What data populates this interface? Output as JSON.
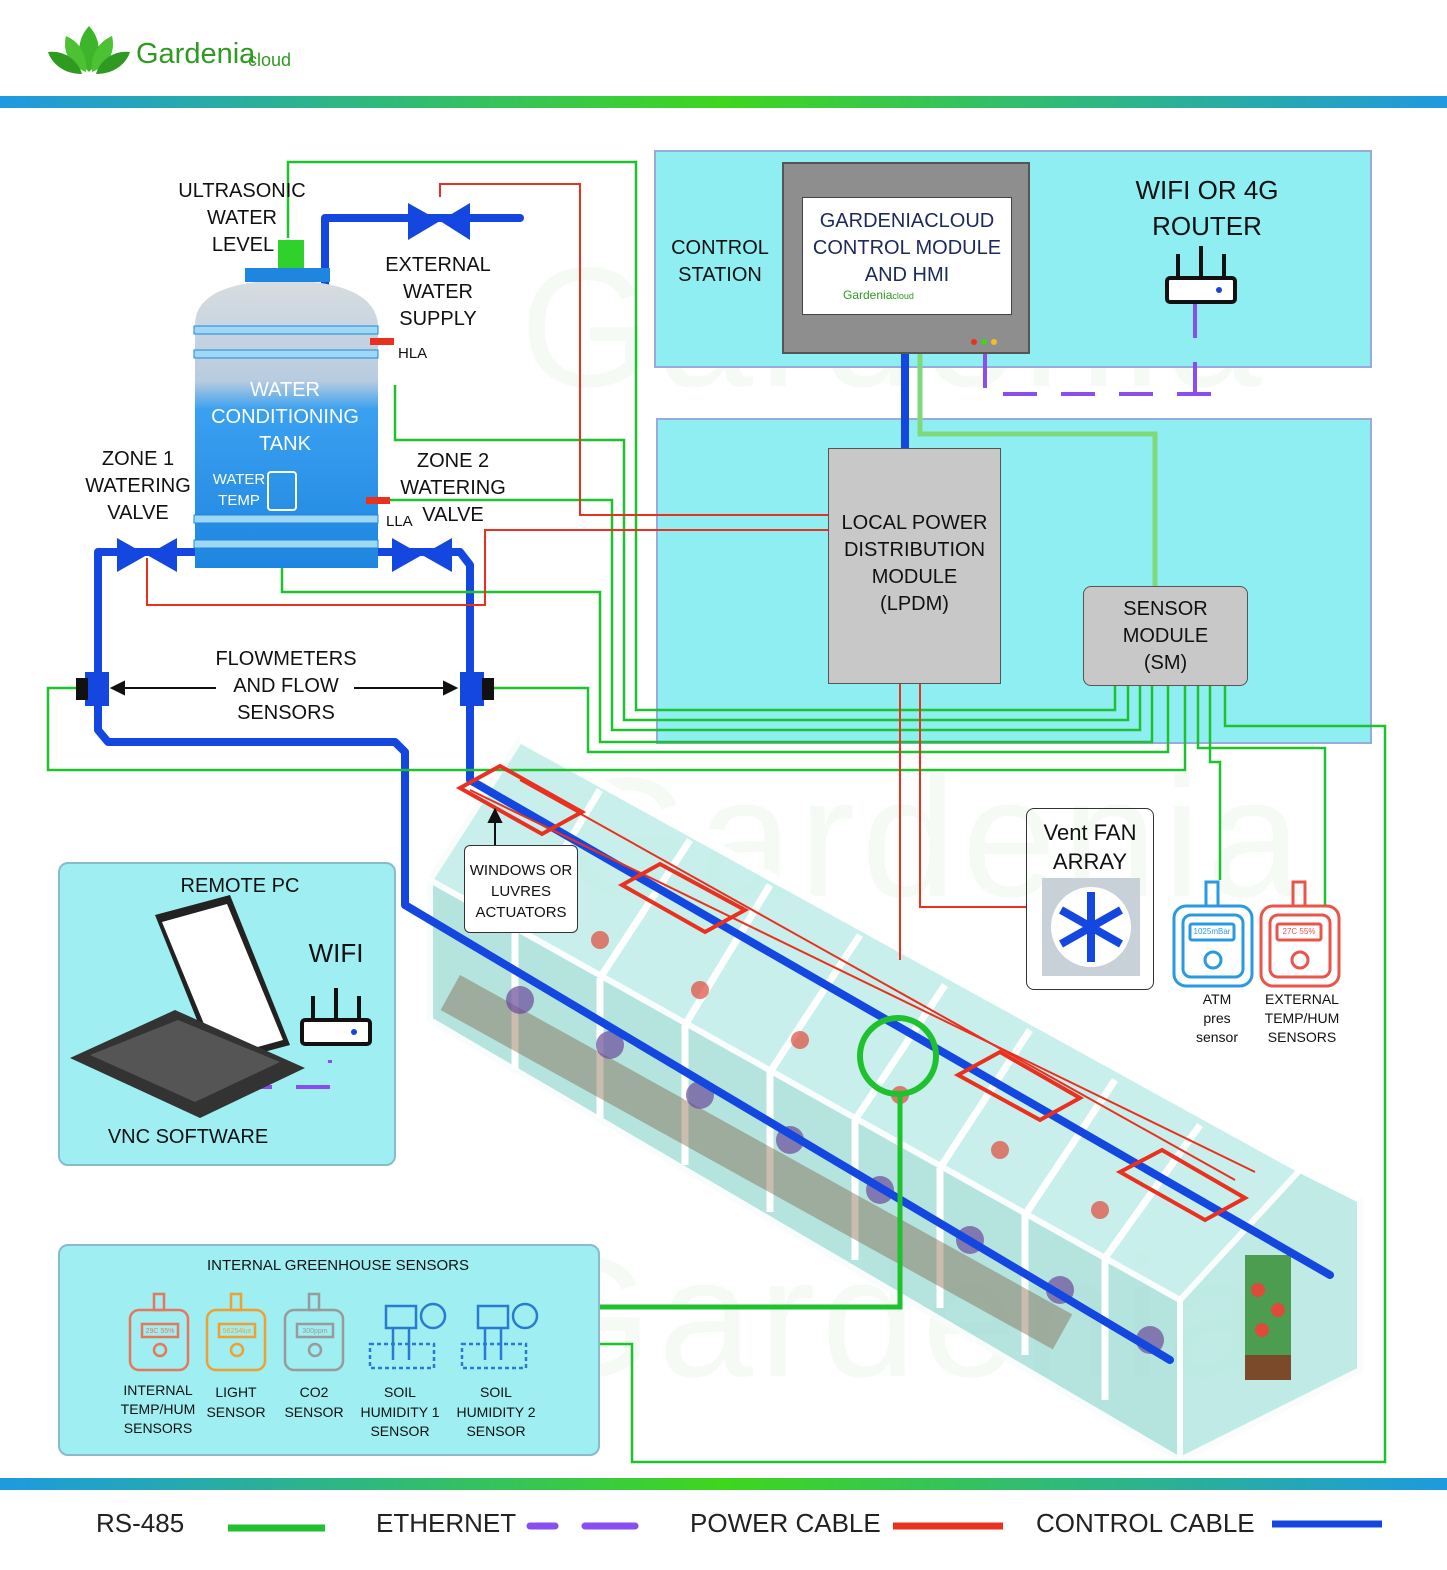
{
  "brand": {
    "name": "Gardenia",
    "suffix": "cloud"
  },
  "colors": {
    "rs485": "#1fc12e",
    "ethernet": "#8a4df0",
    "power": "#e8311f",
    "control": "#1446e0",
    "panel": "#8eeef2",
    "accent_blue": "#1e9ae0",
    "accent_green": "#3fd61e"
  },
  "tank": {
    "sensor_label": [
      "ULTRASONIC",
      "WATER",
      "LEVEL"
    ],
    "title": [
      "WATER",
      "CONDITIONING",
      "TANK"
    ],
    "temp_label": [
      "WATER",
      "TEMP"
    ],
    "hla": "HLA",
    "lla": "LLA",
    "supply": [
      "EXTERNAL",
      "WATER",
      "SUPPLY"
    ]
  },
  "valves": {
    "zone1": [
      "ZONE 1",
      "WATERING",
      "VALVE"
    ],
    "zone2": [
      "ZONE 2",
      "WATERING",
      "VALVE"
    ]
  },
  "flow": [
    "FLOWMETERS",
    "AND FLOW",
    "SENSORS"
  ],
  "control_station": {
    "label": [
      "CONTROL",
      "STATION"
    ],
    "module": [
      "GARDENIACLOUD",
      "CONTROL MODULE",
      "AND HMI"
    ],
    "router": [
      "WIFI OR 4G",
      "ROUTER"
    ]
  },
  "lpdm": [
    "LOCAL POWER",
    "DISTRIBUTION",
    "MODULE",
    "(LPDM)"
  ],
  "sensor_module": [
    "SENSOR",
    "MODULE",
    "(SM)"
  ],
  "actuators": [
    "WINDOWS OR",
    "LUVRES",
    "ACTUATORS"
  ],
  "fan": [
    "Vent FAN",
    "ARRAY"
  ],
  "ext_sensors": {
    "atm": {
      "reading": "1025mBar",
      "label": [
        "ATM",
        "pres",
        "sensor"
      ]
    },
    "temp": {
      "reading": "27C 55%",
      "label": [
        "EXTERNAL",
        "TEMP/HUM",
        "SENSORS"
      ]
    }
  },
  "remote_pc": {
    "title": "REMOTE PC",
    "wifi": "WIFI",
    "software": "VNC SOFTWARE"
  },
  "internal_sensors": {
    "title": "INTERNAL GREENHOUSE SENSORS",
    "items": [
      {
        "reading": "29C 55%",
        "label": [
          "INTERNAL",
          "TEMP/HUM",
          "SENSORS"
        ],
        "color": "#e8765a"
      },
      {
        "reading": "56254lux",
        "label": [
          "LIGHT",
          "SENSOR"
        ],
        "color": "#f0a030"
      },
      {
        "reading": "300ppm",
        "label": [
          "CO2",
          "SENSOR"
        ],
        "color": "#9a9a9a"
      },
      {
        "reading": "",
        "label": [
          "SOIL",
          "HUMIDITY 1",
          "SENSOR"
        ],
        "color": "#2a7ad0"
      },
      {
        "reading": "",
        "label": [
          "SOIL",
          "HUMIDITY 2",
          "SENSOR"
        ],
        "color": "#2a7ad0"
      }
    ]
  },
  "legend": {
    "rs485": "RS-485",
    "ethernet": "ETHERNET",
    "power": "POWER CABLE",
    "control": "CONTROL CABLE"
  }
}
